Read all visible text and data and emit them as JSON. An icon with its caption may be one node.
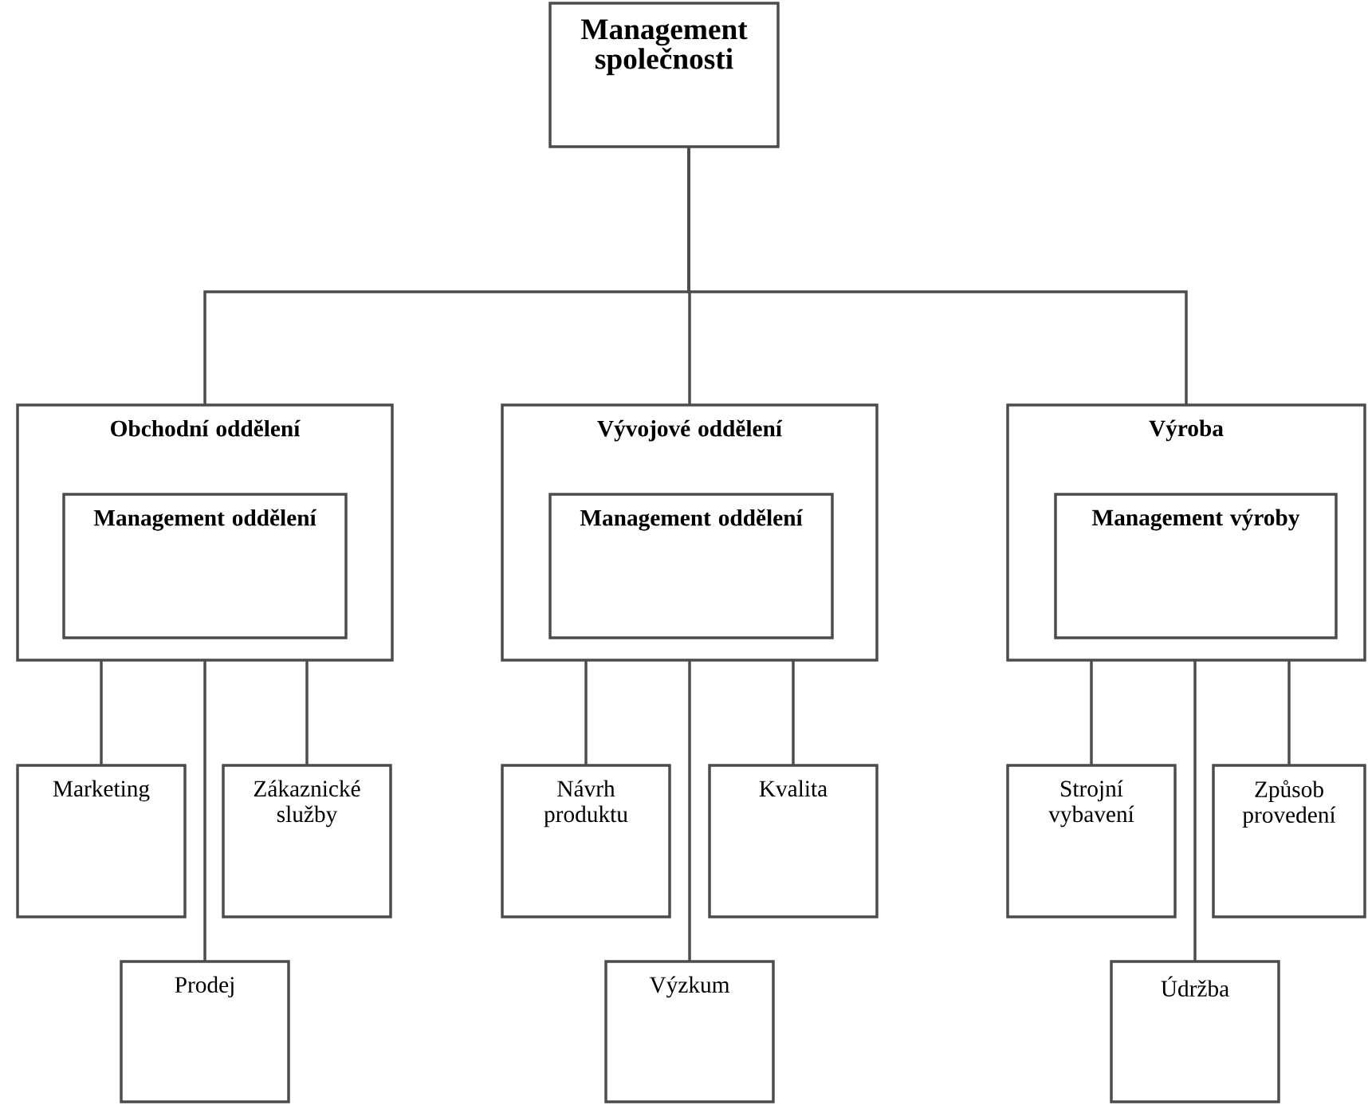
{
  "diagram": {
    "nodes": [
      {
        "text": [
          "Management společnosti"
        ]
      },
      {
        "text": [
          "Obchodní oddělení"
        ]
      },
      {
        "text": [
          "Management oddělení"
        ],
        "in": 1
      },
      {
        "text": [
          "Marketing"
        ]
      },
      {
        "text": [
          "Zákaznické služby"
        ]
      },
      {
        "text": [
          "Prodej"
        ]
      },
      {
        "text": [
          "Vývojové oddělení"
        ]
      },
      {
        "text": [
          "Management oddělení"
        ],
        "in": 6
      },
      {
        "text": [
          "Návrh produktu"
        ]
      },
      {
        "text": [
          "Kvalita"
        ]
      },
      {
        "text": [
          "Výzkum"
        ]
      },
      {
        "text": [
          "Výroba"
        ]
      },
      {
        "text": [
          "Management  výroby"
        ],
        "in": 11
      },
      {
        "text": [
          "Strojní vybavení"
        ]
      },
      {
        "text": [
          "Způsob provedení"
        ]
      },
      {
        "text": [
          "Údržba"
        ]
      }
    ],
    "edges": [
      {
        "from": 0,
        "to": 1,
        "arrow": "none"
      },
      {
        "from": 0,
        "to": 6,
        "arrow": "none"
      },
      {
        "from": 0,
        "to": 11,
        "arrow": "none"
      },
      {
        "from": 1,
        "to": 3,
        "arrow": "none"
      },
      {
        "from": 1,
        "to": 5,
        "arrow": "none"
      },
      {
        "from": 1,
        "to": 4,
        "arrow": "none"
      },
      {
        "from": 6,
        "to": 8,
        "arrow": "none"
      },
      {
        "from": 6,
        "to": 10,
        "arrow": "none"
      },
      {
        "from": 6,
        "to": 9,
        "arrow": "none"
      },
      {
        "from": 11,
        "to": 13,
        "arrow": "none"
      },
      {
        "from": 11,
        "to": 15,
        "arrow": "none"
      },
      {
        "from": 11,
        "to": 14,
        "arrow": "none"
      }
    ]
  }
}
